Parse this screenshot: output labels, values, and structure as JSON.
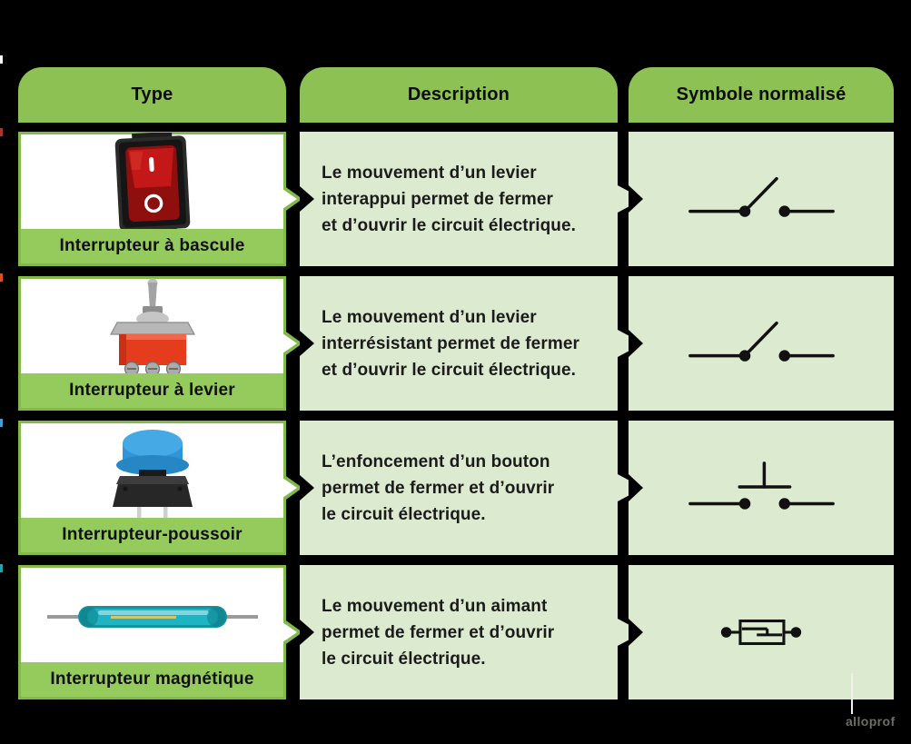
{
  "table": {
    "headers": [
      {
        "label": "Type"
      },
      {
        "label": "Description"
      },
      {
        "label": "Symbole normalisé"
      }
    ],
    "rows": [
      {
        "type_label": "Interrupteur à bascule",
        "description": "Le mouvement d’un levier\ninterappui permet de fermer\net d’ouvrir le circuit électrique.",
        "photo": "rocker-switch",
        "symbol": "open-switch-symbol"
      },
      {
        "type_label": "Interrupteur à levier",
        "description": "Le mouvement d’un levier\ninterrésistant permet de fermer\net d’ouvrir le circuit électrique.",
        "photo": "toggle-switch",
        "symbol": "open-switch-symbol"
      },
      {
        "type_label": "Interrupteur-poussoir",
        "description": "L’enfoncement d’un bouton\npermet de fermer et d’ouvrir\nle circuit électrique.",
        "photo": "push-button-switch",
        "symbol": "push-button-symbol"
      },
      {
        "type_label": "Interrupteur magnétique",
        "description": "Le mouvement d’un aimant\npermet de fermer et d’ouvrir\nle circuit électrique.",
        "photo": "reed-switch",
        "symbol": "reed-switch-symbol"
      }
    ]
  },
  "watermark": {
    "label": "alloprof"
  },
  "colors": {
    "header_green": "#8dc153",
    "caption_green": "#95ca5d",
    "border_green": "#82b94a",
    "cell_green": "#dcead0",
    "background": "#000000",
    "symbol_ink": "#111111"
  }
}
